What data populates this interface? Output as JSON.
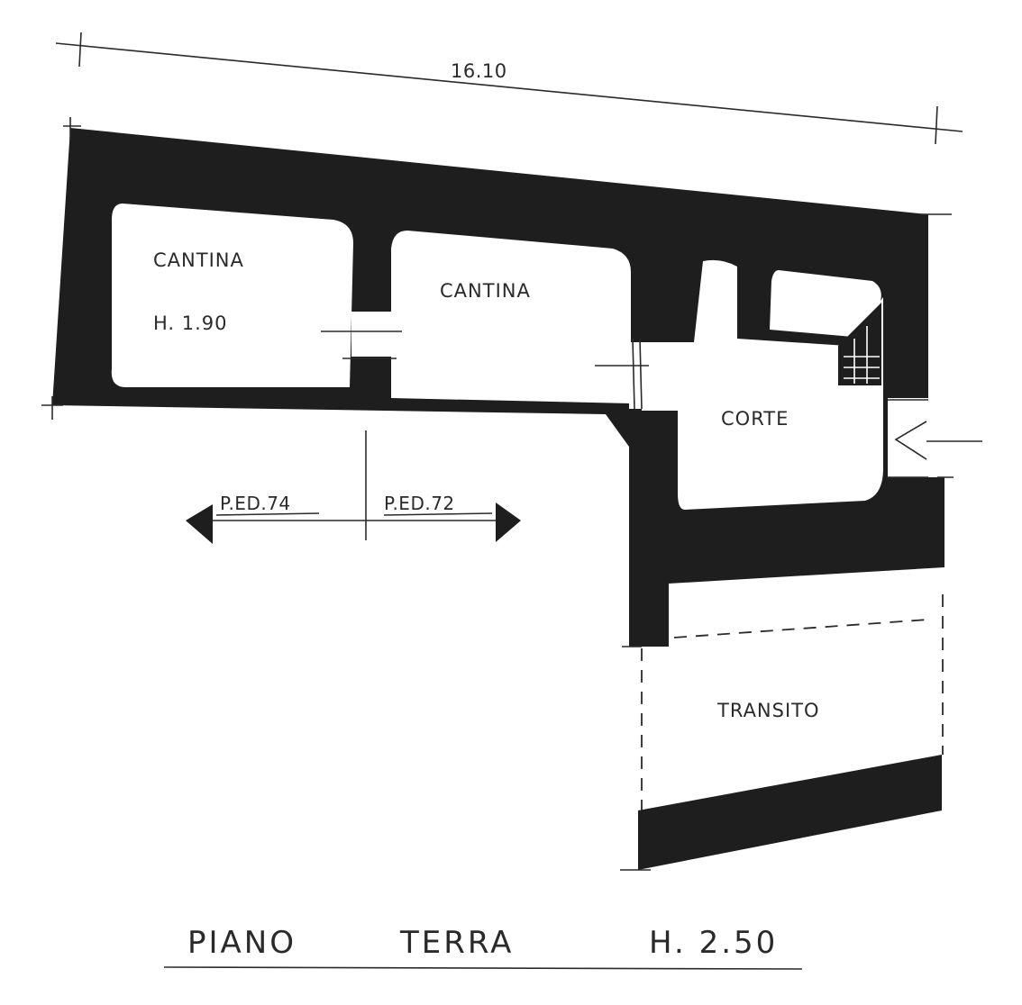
{
  "plan": {
    "overall_dimension": "16.10",
    "rooms": [
      {
        "id": "cantina-1",
        "name": "CANTINA",
        "height": "H. 1.90"
      },
      {
        "id": "cantina-2",
        "name": "CANTINA"
      },
      {
        "id": "corte",
        "name": "CORTE"
      },
      {
        "id": "transito",
        "name": "TRANSITO"
      }
    ],
    "parcels": {
      "left": "P.ED.74",
      "right": "P.ED.72"
    }
  },
  "title": {
    "floor": "PIANO",
    "level": "TERRA",
    "height": "H. 2.50"
  },
  "colors": {
    "wall": "#1e1e1e",
    "ink": "#2a2a2a",
    "paper": "#ffffff"
  }
}
